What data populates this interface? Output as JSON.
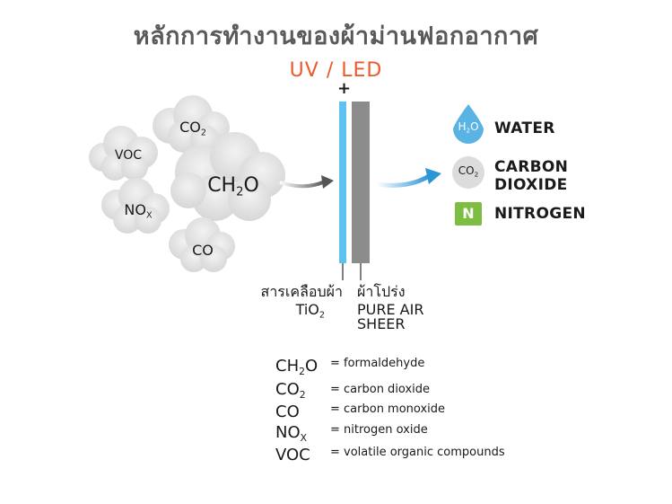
{
  "title": "หลักการทำงานของผ้าม่านฟอกอากาศ",
  "light_source": "UV / LED",
  "polarity": "+",
  "pollutants": {
    "co2": {
      "main": "CO",
      "sub": "2"
    },
    "voc": {
      "main": "VOC"
    },
    "ch2o": {
      "a": "CH",
      "sub": "2",
      "b": "O"
    },
    "nox": {
      "main": "NO",
      "sub": "X"
    },
    "co": {
      "main": "CO"
    }
  },
  "layers": {
    "coating": {
      "line1": "สารเคลือบผ้า",
      "line2_main": "TiO",
      "line2_sub": "2"
    },
    "fabric": {
      "line1": "ผ้าโปร่ง",
      "line2": "PURE AIR",
      "line3": "SHEER"
    }
  },
  "outputs": {
    "water": {
      "icon_main": "H",
      "icon_sub": "2",
      "icon_end": "O",
      "label": "WATER",
      "icon": "water-drop-icon",
      "color": "#59b3e3"
    },
    "carbon": {
      "icon_main": "CO",
      "icon_sub": "2",
      "label_line1": "CARBON",
      "label_line2": "DIOXIDE",
      "icon": "gray-circle-icon"
    },
    "nitrogen": {
      "icon_main": "N",
      "label": "NITROGEN",
      "icon": "green-square-icon",
      "color": "#7dbd42"
    }
  },
  "legend": [
    {
      "sym_a": "CH",
      "sym_sub": "2",
      "sym_b": "O",
      "definition": "= formaldehyde"
    },
    {
      "sym_a": "CO",
      "sym_sub": "2",
      "sym_b": "",
      "definition": "= carbon dioxide"
    },
    {
      "sym_a": "CO",
      "sym_sub": "",
      "sym_b": "",
      "definition": "= carbon monoxide"
    },
    {
      "sym_a": "NO",
      "sym_sub": "X",
      "sym_b": "",
      "definition": "= nitrogen oxide"
    },
    {
      "sym_a": "VOC",
      "sym_sub": "",
      "sym_b": "",
      "definition": "= volatile organic compounds"
    }
  ],
  "colors": {
    "accent": "#ec5a2a",
    "uv_layer": "#5cc3f0",
    "fabric_layer": "#8c8c8c",
    "arrow_in": "#5a5a5a",
    "arrow_out": "#2b95d6",
    "cloud": "#e6e6e6"
  }
}
